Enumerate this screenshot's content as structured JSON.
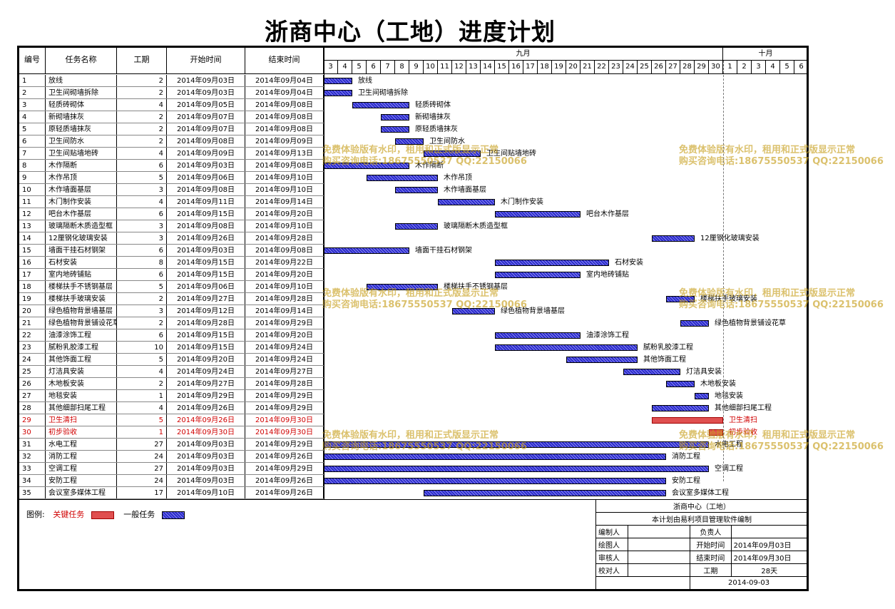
{
  "title": "浙商中心（工地）进度计划",
  "headers": {
    "id": "编号",
    "name": "任务名称",
    "duration": "工期",
    "start": "开始时间",
    "end": "结束时间"
  },
  "months": [
    {
      "label": "九月"
    },
    {
      "label": "十月"
    }
  ],
  "days": [
    "3",
    "4",
    "5",
    "6",
    "7",
    "8",
    "9",
    "10",
    "11",
    "12",
    "13",
    "14",
    "15",
    "16",
    "17",
    "18",
    "19",
    "20",
    "21",
    "22",
    "23",
    "24",
    "25",
    "26",
    "27",
    "28",
    "29",
    "30",
    "1",
    "2",
    "3",
    "4",
    "5",
    "6"
  ],
  "tasks": [
    {
      "id": "1",
      "name": "放线",
      "dur": "2",
      "start": "2014年09月03日",
      "end": "2014年09月04日",
      "s": 3,
      "e": 4,
      "crit": false,
      "label": "放线"
    },
    {
      "id": "2",
      "name": "卫生间砌墙拆除",
      "dur": "2",
      "start": "2014年09月03日",
      "end": "2014年09月04日",
      "s": 3,
      "e": 4,
      "crit": false,
      "label": "卫生间砌墙拆除"
    },
    {
      "id": "3",
      "name": "轻质砖砌体",
      "dur": "4",
      "start": "2014年09月05日",
      "end": "2014年09月08日",
      "s": 5,
      "e": 8,
      "crit": false,
      "label": "轻质砖砌体"
    },
    {
      "id": "4",
      "name": "新砌墙抹灰",
      "dur": "2",
      "start": "2014年09月07日",
      "end": "2014年09月08日",
      "s": 7,
      "e": 8,
      "crit": false,
      "label": "新砌墙抹灰"
    },
    {
      "id": "5",
      "name": "原轻质墙抹灰",
      "dur": "2",
      "start": "2014年09月07日",
      "end": "2014年09月08日",
      "s": 7,
      "e": 8,
      "crit": false,
      "label": "原轻质墙抹灰"
    },
    {
      "id": "6",
      "name": "卫生间防水",
      "dur": "2",
      "start": "2014年09月08日",
      "end": "2014年09月09日",
      "s": 8,
      "e": 9,
      "crit": false,
      "label": "卫生间防水"
    },
    {
      "id": "7",
      "name": "卫生间贴墙地砖",
      "dur": "4",
      "start": "2014年09月09日",
      "end": "2014年09月13日",
      "s": 10,
      "e": 13,
      "crit": false,
      "label": "卫生间贴墙地砖"
    },
    {
      "id": "8",
      "name": "木作隔断",
      "dur": "6",
      "start": "2014年09月03日",
      "end": "2014年09月08日",
      "s": 3,
      "e": 8,
      "crit": false,
      "label": "木作隔断"
    },
    {
      "id": "9",
      "name": "木作吊顶",
      "dur": "5",
      "start": "2014年09月06日",
      "end": "2014年09月10日",
      "s": 6,
      "e": 10,
      "crit": false,
      "label": "木作吊顶"
    },
    {
      "id": "10",
      "name": "木作墙面基层",
      "dur": "3",
      "start": "2014年09月08日",
      "end": "2014年09月10日",
      "s": 8,
      "e": 10,
      "crit": false,
      "label": "木作墙面基层"
    },
    {
      "id": "11",
      "name": "木门制作安装",
      "dur": "4",
      "start": "2014年09月11日",
      "end": "2014年09月14日",
      "s": 11,
      "e": 14,
      "crit": false,
      "label": "木门制作安装"
    },
    {
      "id": "12",
      "name": "吧台木作基层",
      "dur": "6",
      "start": "2014年09月15日",
      "end": "2014年09月20日",
      "s": 15,
      "e": 20,
      "crit": false,
      "label": "吧台木作基层"
    },
    {
      "id": "13",
      "name": "玻璃隔断木质造型框",
      "dur": "3",
      "start": "2014年09月08日",
      "end": "2014年09月10日",
      "s": 8,
      "e": 10,
      "crit": false,
      "label": "玻璃隔断木质造型框"
    },
    {
      "id": "14",
      "name": "12厘钢化玻璃安装",
      "dur": "3",
      "start": "2014年09月26日",
      "end": "2014年09月28日",
      "s": 26,
      "e": 28,
      "crit": false,
      "label": "12厘钢化玻璃安装"
    },
    {
      "id": "15",
      "name": "墙面干挂石材钢架",
      "dur": "6",
      "start": "2014年09月03日",
      "end": "2014年09月08日",
      "s": 3,
      "e": 8,
      "crit": false,
      "label": "墙面干挂石材钢架"
    },
    {
      "id": "16",
      "name": "石材安装",
      "dur": "8",
      "start": "2014年09月15日",
      "end": "2014年09月22日",
      "s": 15,
      "e": 22,
      "crit": false,
      "label": "石材安装"
    },
    {
      "id": "17",
      "name": "室内地砖铺贴",
      "dur": "6",
      "start": "2014年09月15日",
      "end": "2014年09月20日",
      "s": 15,
      "e": 20,
      "crit": false,
      "label": "室内地砖铺贴"
    },
    {
      "id": "18",
      "name": "楼梯扶手不锈钢基层",
      "dur": "5",
      "start": "2014年09月06日",
      "end": "2014年09月10日",
      "s": 6,
      "e": 10,
      "crit": false,
      "label": "楼梯扶手不锈钢基层"
    },
    {
      "id": "19",
      "name": "楼梯扶手玻璃安装",
      "dur": "2",
      "start": "2014年09月27日",
      "end": "2014年09月28日",
      "s": 27,
      "e": 28,
      "crit": false,
      "label": "楼梯扶手玻璃安装"
    },
    {
      "id": "20",
      "name": "绿色植物背景墙基层",
      "dur": "3",
      "start": "2014年09月12日",
      "end": "2014年09月14日",
      "s": 12,
      "e": 14,
      "crit": false,
      "label": "绿色植物背景墙基层"
    },
    {
      "id": "21",
      "name": "绿色植物背景铺设花草",
      "dur": "2",
      "start": "2014年09月28日",
      "end": "2014年09月29日",
      "s": 28,
      "e": 29,
      "crit": false,
      "label": "绿色植物背景铺设花草"
    },
    {
      "id": "22",
      "name": "油漆涂饰工程",
      "dur": "6",
      "start": "2014年09月15日",
      "end": "2014年09月20日",
      "s": 15,
      "e": 20,
      "crit": false,
      "label": "油漆涂饰工程"
    },
    {
      "id": "23",
      "name": "腻粉乳胶漆工程",
      "dur": "10",
      "start": "2014年09月15日",
      "end": "2014年09月24日",
      "s": 15,
      "e": 24,
      "crit": false,
      "label": "腻粉乳胶漆工程"
    },
    {
      "id": "24",
      "name": "其他饰面工程",
      "dur": "5",
      "start": "2014年09月20日",
      "end": "2014年09月24日",
      "s": 20,
      "e": 24,
      "crit": false,
      "label": "其他饰面工程"
    },
    {
      "id": "25",
      "name": "灯洁具安装",
      "dur": "4",
      "start": "2014年09月24日",
      "end": "2014年09月27日",
      "s": 24,
      "e": 27,
      "crit": false,
      "label": "灯洁具安装"
    },
    {
      "id": "26",
      "name": "木地板安装",
      "dur": "2",
      "start": "2014年09月27日",
      "end": "2014年09月28日",
      "s": 27,
      "e": 28,
      "crit": false,
      "label": "木地板安装"
    },
    {
      "id": "27",
      "name": "地毯安装",
      "dur": "1",
      "start": "2014年09月29日",
      "end": "2014年09月29日",
      "s": 29,
      "e": 29,
      "crit": false,
      "label": "地毯安装"
    },
    {
      "id": "28",
      "name": "其他细部扫尾工程",
      "dur": "4",
      "start": "2014年09月26日",
      "end": "2014年09月29日",
      "s": 26,
      "e": 29,
      "crit": false,
      "label": "其他细部扫尾工程"
    },
    {
      "id": "29",
      "name": "卫生清扫",
      "dur": "5",
      "start": "2014年09月26日",
      "end": "2014年09月30日",
      "s": 26,
      "e": 30,
      "crit": true,
      "label": "卫生清扫"
    },
    {
      "id": "30",
      "name": "初步验收",
      "dur": "1",
      "start": "2014年09月30日",
      "end": "2014年09月30日",
      "s": 30,
      "e": 30,
      "crit": true,
      "label": "初步验收"
    },
    {
      "id": "31",
      "name": "水电工程",
      "dur": "27",
      "start": "2014年09月03日",
      "end": "2014年09月29日",
      "s": 3,
      "e": 29,
      "crit": false,
      "label": "水电工程"
    },
    {
      "id": "32",
      "name": "消防工程",
      "dur": "24",
      "start": "2014年09月03日",
      "end": "2014年09月26日",
      "s": 3,
      "e": 26,
      "crit": false,
      "label": "消防工程"
    },
    {
      "id": "33",
      "name": "空调工程",
      "dur": "27",
      "start": "2014年09月03日",
      "end": "2014年09月29日",
      "s": 3,
      "e": 29,
      "crit": false,
      "label": "空调工程"
    },
    {
      "id": "34",
      "name": "安防工程",
      "dur": "24",
      "start": "2014年09月03日",
      "end": "2014年09月26日",
      "s": 3,
      "e": 26,
      "crit": false,
      "label": "安防工程"
    },
    {
      "id": "35",
      "name": "会议室多媒体工程",
      "dur": "17",
      "start": "2014年09月10日",
      "end": "2014年09月26日",
      "s": 10,
      "e": 26,
      "crit": false,
      "label": "会议室多媒体工程"
    }
  ],
  "legend": {
    "prefix": "图例:",
    "critical": "关键任务",
    "normal": "一般任务"
  },
  "info": {
    "project": "浙商中心（工地）",
    "software": "本计划由易利项目管理软件编制",
    "rows": [
      {
        "a": "编制人",
        "b": "",
        "c": "负责人",
        "d": ""
      },
      {
        "a": "绘图人",
        "b": "",
        "c": "开始时间",
        "d": "2014年09月03日"
      },
      {
        "a": "审核人",
        "b": "",
        "c": "结束时间",
        "d": "2014年09月30日"
      },
      {
        "a": "校对人",
        "b": "",
        "c": "工期",
        "d": "28天"
      }
    ],
    "date": "2014-09-03"
  },
  "watermark": {
    "line1": "免费体验版有水印，租用和正式版显示正常",
    "line2": "购买咨询电话:18675550537 QQ:22150066"
  },
  "colors": {
    "critical": "#e05050",
    "normal": "#3a3ad0",
    "watermark": "#c8a01e"
  }
}
